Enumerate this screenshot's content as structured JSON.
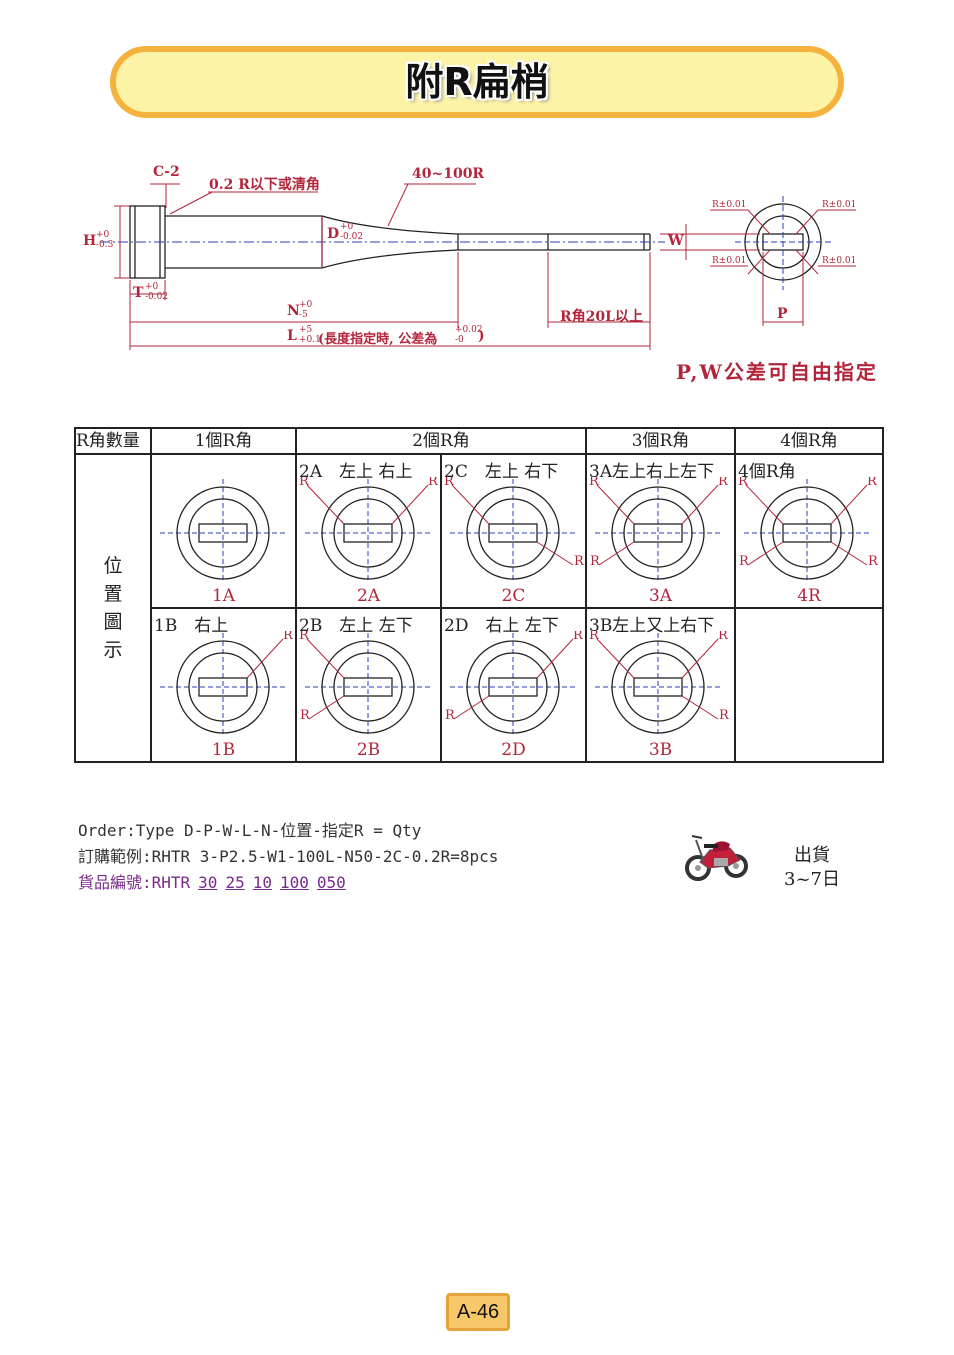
{
  "title": "附R扁梢",
  "drawing": {
    "c2": "C-2",
    "corner_note": "0.2 R以下或清角",
    "radius_range": "40~100R",
    "H": "H",
    "H_tol_upper": "+0",
    "H_tol_lower": "-0.3",
    "D": "D",
    "D_tol_upper": "+0",
    "D_tol_lower": "-0.02",
    "T": "T",
    "T_tol_upper": "+0",
    "T_tol_lower": "-0.02",
    "N": "N",
    "N_tol_upper": "+0",
    "N_tol_lower": "-5",
    "L": "L",
    "L_tol_upper": "+5",
    "L_tol_lower": "+0.1",
    "L_note": "(長度指定時, 公差為",
    "L_note_tol_upper": "+0.02",
    "L_note_tol_lower": "-0",
    "L_note_close": ")",
    "r_corner_note": "R角20L以上",
    "W": "W",
    "P": "P",
    "r_tol_1": "R±0.01",
    "r_tol_2": "R±0.01",
    "r_tol_3": "R±0.01",
    "r_tol_4": "R±0.01"
  },
  "tolerance_note": "P,W公差可自由指定",
  "table": {
    "headers": {
      "r_count": "R角數量",
      "one": "1個R角",
      "two": "2個R角",
      "three": "3個R角",
      "four": "4個R角"
    },
    "side_label": [
      "位",
      "置",
      "圖",
      "示"
    ],
    "r_letter": "R",
    "cells": {
      "1A": {
        "label": "",
        "foot": "1A"
      },
      "2A": {
        "label": "2A　左上 右上",
        "foot": "2A"
      },
      "2C": {
        "label": "2C　左上 右下",
        "foot": "2C"
      },
      "3A": {
        "label": "3A左上右上左下",
        "foot": "3A"
      },
      "4R": {
        "label": "4個R角",
        "foot": "4R"
      },
      "1B": {
        "label": "1B　右上",
        "foot": "1B"
      },
      "2B": {
        "label": "2B　左上 左下",
        "foot": "2B"
      },
      "2D": {
        "label": "2D　右上 左下",
        "foot": "2D"
      },
      "3B": {
        "label": "3B左上又上右下",
        "foot": "3B"
      }
    }
  },
  "order": {
    "line1": "Order:Type D-P-W-L-N-位置-指定R = Qty",
    "line2": "訂購範例:RHTR 3-P2.5-W1-100L-N50-2C-0.2R=8pcs",
    "line3_label": "貨品編號:RHTR",
    "codes": [
      "30",
      "25",
      "10",
      "100",
      "050"
    ]
  },
  "shipping": {
    "line1": "出貨",
    "line2": "3~7日"
  },
  "page_number": "A-46",
  "colors": {
    "accent_red": "#b3253a",
    "banner_fill": "#fdf3a6",
    "banner_border": "#f5b23c",
    "purple": "#7a2a8c",
    "blue_dash": "#2b3fb8"
  }
}
